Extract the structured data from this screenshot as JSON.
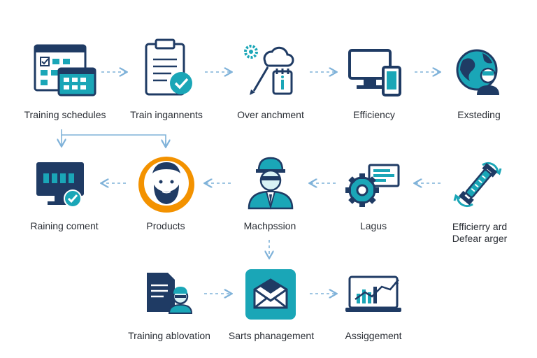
{
  "colors": {
    "navy": "#1f3b64",
    "teal": "#1aa6b7",
    "light_teal": "#d9f2f5",
    "orange": "#f39200",
    "arrow": "#7fb2d9",
    "text": "#2b2f36"
  },
  "nodes": [
    {
      "id": "n1",
      "label": "Training schedules",
      "icon": "calendar-icon"
    },
    {
      "id": "n2",
      "label": "Train ingannents",
      "icon": "clipboard-check-icon"
    },
    {
      "id": "n3",
      "label": "Over anchment",
      "icon": "cloud-tools-icon"
    },
    {
      "id": "n4",
      "label": "Efficiency",
      "icon": "devices-icon"
    },
    {
      "id": "n5",
      "label": "Exsteding",
      "icon": "globe-person-icon"
    },
    {
      "id": "n6",
      "label": "Raining coment",
      "icon": "monitor-check-icon"
    },
    {
      "id": "n7",
      "label": "Products",
      "icon": "avatar-icon"
    },
    {
      "id": "n8",
      "label": "Machpssion",
      "icon": "engineer-icon"
    },
    {
      "id": "n9",
      "label": "Lagus",
      "icon": "gear-screen-icon"
    },
    {
      "id": "n10",
      "label_line1": "Efficierry ard",
      "label_line2": "Defear arger",
      "icon": "wrench-cycle-icon"
    },
    {
      "id": "n11",
      "label": "Training ablovation",
      "icon": "document-person-icon"
    },
    {
      "id": "n12",
      "label": "Sarts phanagement",
      "icon": "envelope-icon"
    },
    {
      "id": "n13",
      "label": "Assiggement",
      "icon": "laptop-chart-icon"
    }
  ]
}
